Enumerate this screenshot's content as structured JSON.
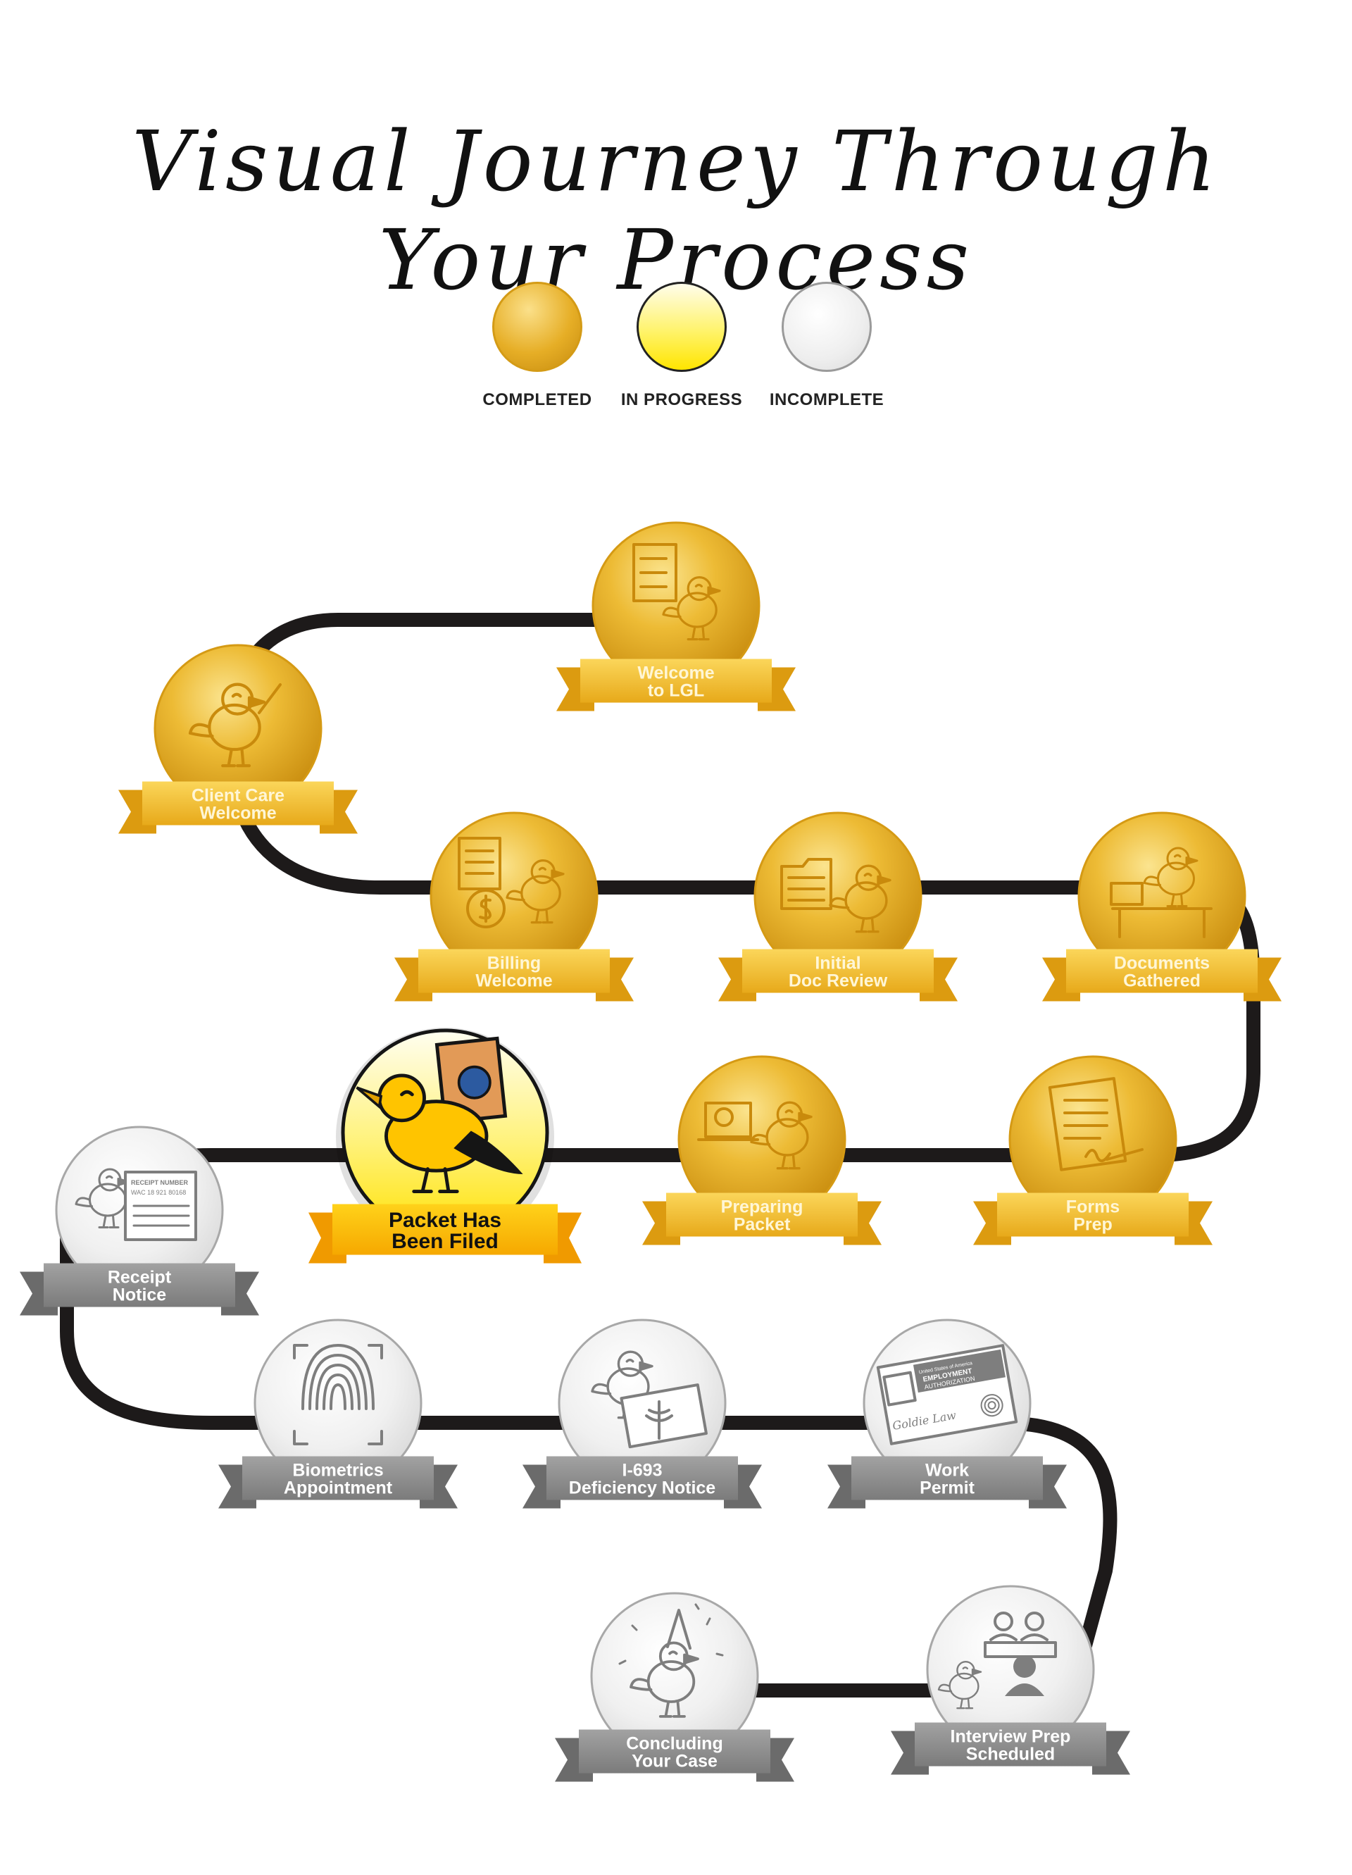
{
  "title": {
    "line1": "Visual Journey Through",
    "line2": "Your Process"
  },
  "legend": [
    {
      "label": "COMPLETED",
      "status": "completed"
    },
    {
      "label": "IN PROGRESS",
      "status": "in-progress"
    },
    {
      "label": "INCOMPLETE",
      "status": "incomplete"
    }
  ],
  "colors": {
    "completed": "#E0A617",
    "completed_light": "#F7D463",
    "in_progress": "#FFE500",
    "in_progress_light": "#FFFCD9",
    "incomplete": "#BDBDBD",
    "incomplete_light": "#F7F7F7",
    "path": "#1D1A1A",
    "banner_completed": "#F3C02F",
    "banner_in_progress": "#FFB800",
    "banner_incomplete": "#8A8A8A"
  },
  "steps": [
    {
      "id": "welcome-to-lgl",
      "line1": "Welcome",
      "line2": "to LGL",
      "status": "completed",
      "icon": "todo-list-bird-icon"
    },
    {
      "id": "client-care-welcome",
      "line1": "Client Care",
      "line2": "Welcome",
      "status": "completed",
      "icon": "waving-bird-icon"
    },
    {
      "id": "billing-welcome",
      "line1": "Billing",
      "line2": "Welcome",
      "status": "completed",
      "icon": "dollar-coin-bird-icon"
    },
    {
      "id": "initial-doc-review",
      "line1": "Initial",
      "line2": "Doc Review",
      "status": "completed",
      "icon": "folder-bird-icon"
    },
    {
      "id": "documents-gathered",
      "line1": "Documents",
      "line2": "Gathered",
      "status": "completed",
      "icon": "desk-bird-icon"
    },
    {
      "id": "forms-prep",
      "line1": "Forms",
      "line2": "Prep",
      "status": "completed",
      "icon": "signed-form-icon"
    },
    {
      "id": "preparing-packet",
      "line1": "Preparing",
      "line2": "Packet",
      "status": "completed",
      "icon": "laptop-bird-icon"
    },
    {
      "id": "packet-has-been-filed",
      "line1": "Packet Has",
      "line2": "Been Filed",
      "status": "in-progress",
      "icon": "envelope-bird-icon"
    },
    {
      "id": "receipt-notice",
      "line1": "Receipt",
      "line2": "Notice",
      "status": "incomplete",
      "icon": "receipt-notice-bird-icon",
      "doc_text": [
        "RECEIPT NUMBER",
        "WAC 18 921 80168"
      ]
    },
    {
      "id": "biometrics-appointment",
      "line1": "Biometrics",
      "line2": "Appointment",
      "status": "incomplete",
      "icon": "fingerprint-icon"
    },
    {
      "id": "i-693-deficiency-notice",
      "line1": "I-693",
      "line2": "Deficiency Notice",
      "status": "incomplete",
      "icon": "medical-bird-icon"
    },
    {
      "id": "work-permit",
      "line1": "Work",
      "line2": "Permit",
      "status": "incomplete",
      "icon": "work-permit-card-icon",
      "doc_text": [
        "United States of America",
        "EMPLOYMENT",
        "AUTHORIZATION",
        "Goldie Law"
      ]
    },
    {
      "id": "interview-prep-scheduled",
      "line1": "Interview Prep",
      "line2": "Scheduled",
      "status": "incomplete",
      "icon": "interview-bird-icon"
    },
    {
      "id": "concluding-your-case",
      "line1": "Concluding",
      "line2": "Your Case",
      "status": "incomplete",
      "icon": "celebrating-bird-icon"
    }
  ]
}
